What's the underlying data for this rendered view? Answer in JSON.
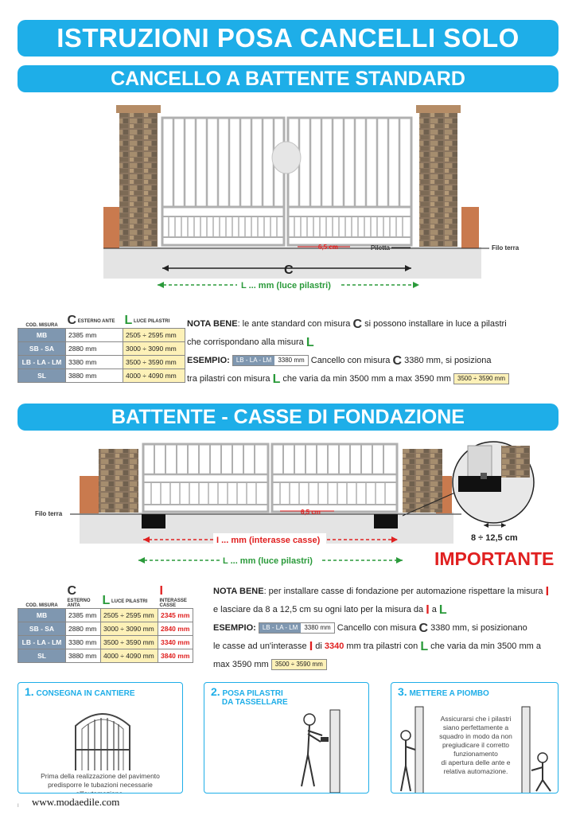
{
  "title": "ISTRUZIONI POSA CANCELLI SOLO ANTE",
  "section1": {
    "title": "CANCELLO A BATTENTE STANDARD",
    "diagram": {
      "gap_label": "6,5 cm",
      "piletta_label": "Piletta",
      "ground_label": "Filo terra",
      "c_label": "C",
      "l_label": "L ... mm (luce pilastri)"
    },
    "table": {
      "headers": {
        "code": "COD. MISURA",
        "c_letter": "C",
        "c": "ESTERNO ANTE",
        "l_letter": "L",
        "l": "LUCE PILASTRI"
      },
      "rows": [
        {
          "code": "MB",
          "c": "2385 mm",
          "l": "2505 ÷ 2595 mm"
        },
        {
          "code": "SB - SA",
          "c": "2880 mm",
          "l": "3000 ÷ 3090 mm"
        },
        {
          "code": "LB - LA - LM",
          "c": "3380 mm",
          "l": "3500 ÷ 3590 mm"
        },
        {
          "code": "SL",
          "c": "3880 mm",
          "l": "4000 ÷ 4090 mm"
        }
      ]
    },
    "note": {
      "label": "NOTA BENE",
      "text_a": ": le ante standard con misura ",
      "c": "C",
      "text_b": " si possono installare in luce a pilastri",
      "text_c": "che corrispondano alla misura ",
      "l": "L",
      "example_label": "ESEMPIO:",
      "chip_code": "LB - LA - LM",
      "chip_value": "3380 mm",
      "example_a": " Cancello con misura ",
      "example_b": " 3380 mm, si posiziona",
      "example_c": "tra pilastri con misura ",
      "example_d": " che varia da min 3500 mm a max 3590 mm",
      "range_chip": "3500 ÷ 3590 mm"
    }
  },
  "section2": {
    "title": "BATTENTE - CASSE DI FONDAZIONE",
    "diagram": {
      "ground_label": "Filo terra",
      "gap_label": "6,5 cm",
      "i_label": "I ... mm (interasse casse)",
      "l_label": "L ... mm (luce pilastri)",
      "detail_label": "8 ÷ 12,5 cm",
      "important": "IMPORTANTE"
    },
    "table": {
      "headers": {
        "code": "COD. MISURA",
        "c_letter": "C",
        "c": "ESTERNO ANTA",
        "l_letter": "L",
        "l": "LUCE PILASTRI",
        "i_letter": "I",
        "i": "INTERASSE CASSE"
      },
      "rows": [
        {
          "code": "MB",
          "c": "2385 mm",
          "l": "2505 ÷ 2595 mm",
          "i": "2345 mm"
        },
        {
          "code": "SB - SA",
          "c": "2880 mm",
          "l": "3000 ÷ 3090 mm",
          "i": "2840 mm"
        },
        {
          "code": "LB - LA - LM",
          "c": "3380 mm",
          "l": "3500 ÷ 3590 mm",
          "i": "3340 mm"
        },
        {
          "code": "SL",
          "c": "3880 mm",
          "l": "4000 ÷ 4090 mm",
          "i": "3840 mm"
        }
      ]
    },
    "note": {
      "label": "NOTA BENE",
      "text_a": ": per installare casse di fondazione per automazione rispettare la misura ",
      "i": "I",
      "text_b": "e lasciare da 8 a 12,5 cm su ogni lato per la misura da ",
      "text_b2": " a ",
      "l": "L",
      "example_label": "ESEMPIO:",
      "chip_code": "LB - LA - LM",
      "chip_value": "3380 mm",
      "example_a": " Cancello con misura ",
      "c": "C",
      "example_b": " 3380 mm, si posizionano",
      "example_c": "le casse ad un'interasse ",
      "example_d": " di ",
      "example_value": "3340",
      "example_e": " mm tra pilastri con ",
      "example_f": " che varia da min 3500 mm a",
      "example_g": "max 3590 mm",
      "range_chip": "3500 ÷ 3590 mm"
    }
  },
  "panels": [
    {
      "num": "1.",
      "title": "CONSEGNA IN CANTIERE",
      "text": "Prima della realizzazione del pavimento predisporre le tubazioni necessarie all'automazione."
    },
    {
      "num": "2.",
      "title_1": "POSA PILASTRI",
      "title_2": "DA TASSELLARE"
    },
    {
      "num": "3.",
      "title": "METTERE A PIOMBO",
      "text_lines": [
        "Assicurarsi che i pilastri",
        "siano perfettamente a",
        "squadro in modo da non",
        "pregiudicare il corretto",
        "funzionamento",
        "di apertura delle ante e",
        "relativa automazione."
      ]
    }
  ],
  "footer": {
    "website": "www.modaedile.com",
    "page_mark": "I"
  },
  "colors": {
    "banner": "#1eaee8",
    "green": "#2a9a3a",
    "red": "#e02020",
    "code_bg": "#7f97b0",
    "range_bg": "#fdf1b8"
  }
}
